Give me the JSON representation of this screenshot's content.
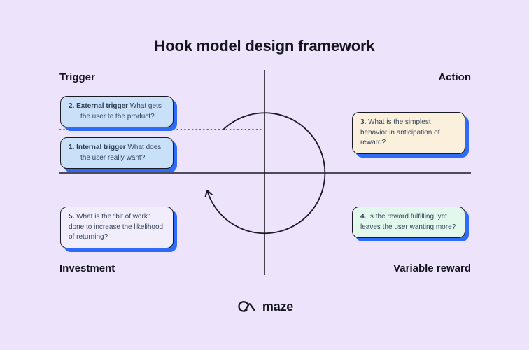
{
  "title": "Hook model design framework",
  "quadrants": {
    "top_left": "Trigger",
    "top_right": "Action",
    "bottom_left": "Investment",
    "bottom_right": "Variable reward"
  },
  "cards": [
    {
      "lead": "1. Internal trigger",
      "rest": " What does the user really want?",
      "bg": "#C8E0F8"
    },
    {
      "lead": "2. External trigger",
      "rest": " What gets the user to the product?",
      "bg": "#C8E0F8"
    },
    {
      "lead": "3.",
      "rest": " What is the simplest behavior in anticipation of reward?",
      "bg": "#FAF0DC"
    },
    {
      "lead": "4.",
      "rest": " Is the reward fulfilling, yet leaves the user wanting more?",
      "bg": "#E3F8EC"
    },
    {
      "lead": "5.",
      "rest": " What is the “bit of work” done to increase the likelihood of returning?",
      "bg": "#F2EDFB"
    }
  ],
  "logo": {
    "label": "maze",
    "icon": "maze-logo-icon"
  },
  "colors": {
    "background": "#EDE3FA",
    "ink": "#1A1A24",
    "card_border": "#191A23",
    "card_shadow": "#2D6BF8",
    "card_text": "#35465E",
    "heading_text": "#15131D"
  }
}
